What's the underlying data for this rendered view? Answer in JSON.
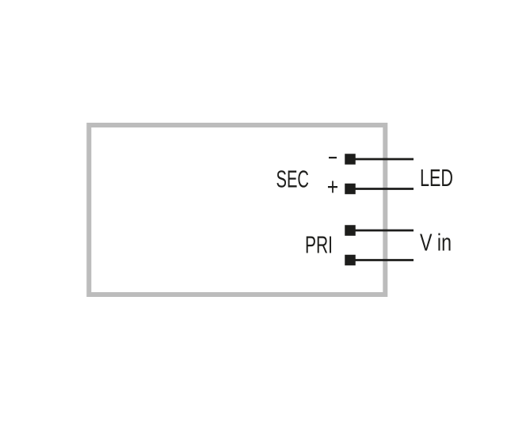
{
  "colors": {
    "background": "#ffffff",
    "box_border": "#bcbcbc",
    "ink": "#1d1d1b"
  },
  "device_box": {
    "secondary_side": {
      "label": "SEC",
      "minus_symbol": "−",
      "plus_symbol": "+"
    },
    "primary_side": {
      "label": "PRI"
    }
  },
  "external_labels": {
    "led": "LED",
    "v_in": "V in"
  }
}
